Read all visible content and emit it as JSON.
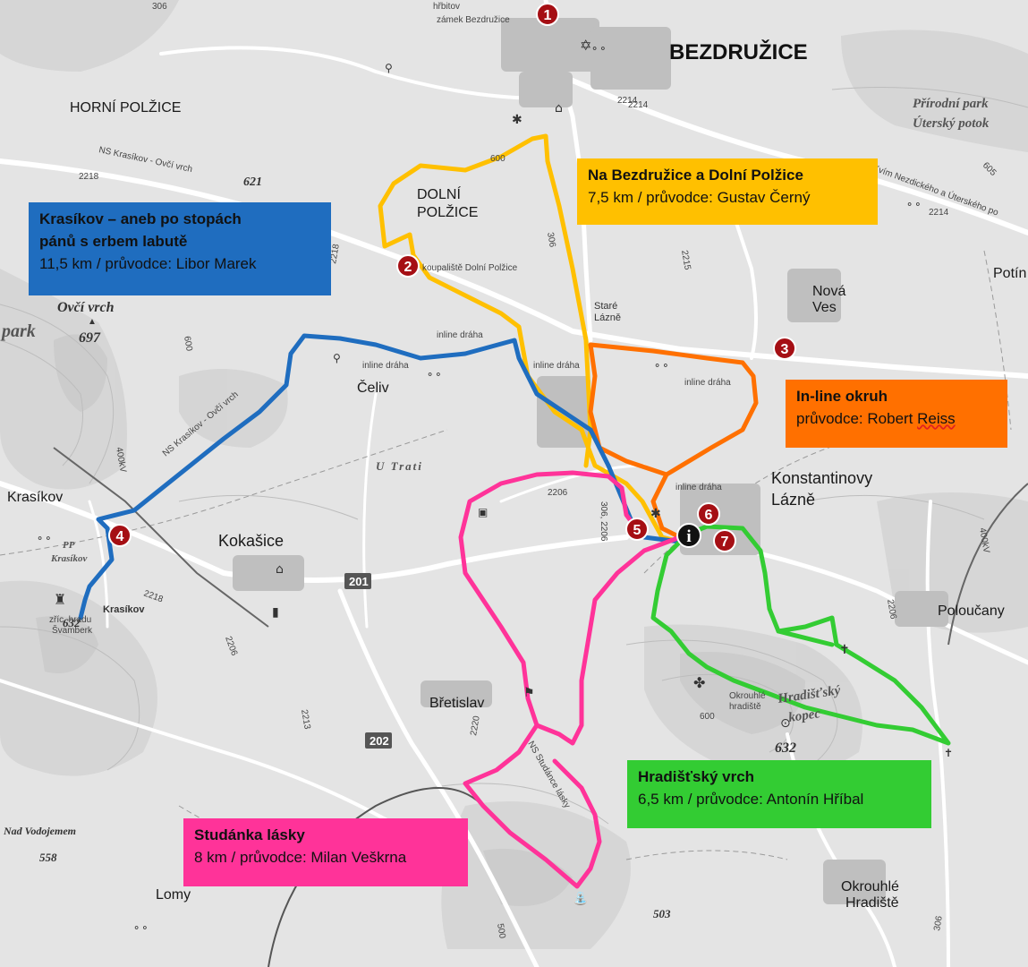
{
  "places": {
    "bezdruzice": "BEZDRUŽICE",
    "horni_polzice": "HORNÍ POLŽICE",
    "dolni_polzice_1": "DOLNÍ",
    "dolni_polzice_2": "POLŽICE",
    "nova_ves_1": "Nová",
    "nova_ves_2": "Ves",
    "potin": "Potín",
    "stare_lazne_1": "Staré",
    "stare_lazne_2": "Lázně",
    "celiv": "Čeliv",
    "konst_1": "Konstantinovy",
    "konst_2": "Lázně",
    "krasikov": "Krasíkov",
    "kokasice": "Kokašice",
    "polocany": "Poloučany",
    "bretislav": "Břetislav",
    "lomy": "Lomy",
    "okrouhle_1": "Okrouhlé",
    "okrouhle_2": "Hradiště",
    "zamek": "zámek Bezdružice",
    "hrbitov": "hřbitov",
    "koupaliste": "koupaliště Dolní Polžice",
    "zric_1": "zříc. hradu",
    "zric_2": "Švamberk",
    "krasikov_castle": "Krasíkov",
    "pp_1": "PP",
    "pp_2": "Krasíkov",
    "okrouhle_small_1": "Okrouhlé",
    "okrouhle_small_2": "hradiště",
    "park": "park",
    "u_trati": "U Trati",
    "prirodni_1": "Přírodní park",
    "prirodni_2": "Úterský potok",
    "nazdickeho": "Kvím Nezdického a Úterského po",
    "hradistsky_1": "Hradišťský",
    "hradistsky_2": "kopec",
    "ns_krasikov_1": "NS Krasíkov - Ovčí vrch",
    "ns_krasikov_2": "NS Krasíkov - Ovčí vrch",
    "ns_kudance": "NS Studánce lásky",
    "inline_1": "inline dráha",
    "inline_2": "inline dráha",
    "inline_3": "inline dráha",
    "inline_4": "inline dráha",
    "inline_5": "inline dráha"
  },
  "peaks": {
    "ovci_name": "Ovčí vrch",
    "ovci_elev": "697",
    "p621": "621",
    "p632w": "632",
    "p632e": "632",
    "nad_vod_name": "Nad Vodojemem",
    "nad_vod_elev": "558",
    "p503": "503"
  },
  "road_numbers": {
    "r201": "201",
    "r202": "202",
    "r2218a": "2218",
    "r2218b": "2218",
    "r2218c": "2218",
    "r2214a": "2214",
    "r2214b": "2214",
    "r2214c": "2214",
    "r2206a": "2206",
    "r2206b": "2206",
    "r2206c": "2206",
    "r2213": "2213",
    "r2220": "2220",
    "r306a": "306",
    "r306b": "306",
    "r306c": "306",
    "r306_2206": "306, 2206",
    "r600a": "600",
    "r600b": "600",
    "r600c": "600",
    "r500": "500",
    "r605": "605",
    "r400kv": "400kV",
    "r400kv2": "400kV",
    "r2215": "2215"
  },
  "route_markers": [
    "1",
    "2",
    "3",
    "4",
    "5",
    "6",
    "7"
  ],
  "info_marker": "i",
  "routes": {
    "krasikov": {
      "title_1": "Krasíkov – aneb po stopách",
      "title_2": "pánů s erbem labutě",
      "subtitle": "11,5 km / průvodce: Libor Marek",
      "color": "#1f6dbf"
    },
    "bezdruzice": {
      "title": "Na Bezdružice a Dolní Polžice",
      "subtitle": "7,5 km / průvodce: Gustav Černý",
      "color": "#ffc000"
    },
    "inline": {
      "title": "In-line okruh",
      "subtitle_1": "průvodce: Robert ",
      "subtitle_2": "Reiss",
      "color": "#ff7000"
    },
    "hradistsky": {
      "title": "Hradišťský vrch",
      "subtitle": "6,5 km / průvodce: Antonín Hříbal",
      "color": "#33cc33"
    },
    "studanka": {
      "title": "Studánka lásky",
      "subtitle": "8 km / průvodce: Milan Veškrna",
      "color": "#ff3399"
    }
  },
  "colors": {
    "marker_red": "#a50f14",
    "info_black": "#111111",
    "map_bg": "#e6e6e6",
    "road": "#ffffff"
  }
}
